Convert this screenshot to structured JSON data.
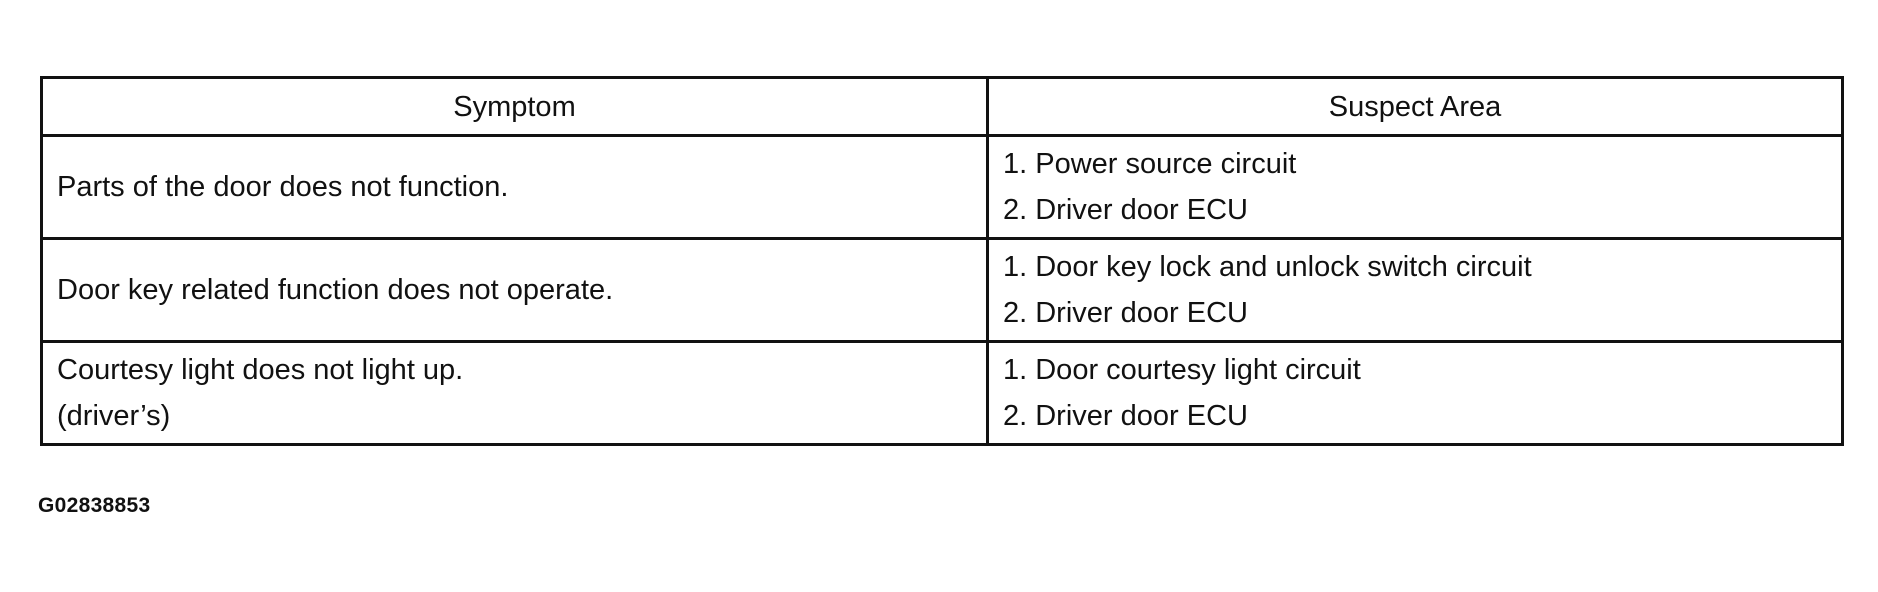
{
  "table": {
    "headers": [
      "Symptom",
      "Suspect Area"
    ],
    "rows": [
      {
        "symptom": [
          "Parts of the door does not function."
        ],
        "suspect": [
          "1. Power source circuit",
          "2. Driver door ECU"
        ]
      },
      {
        "symptom": [
          "Door key related function does not operate."
        ],
        "suspect": [
          "1. Door key lock and unlock switch circuit",
          "2. Driver door ECU"
        ]
      },
      {
        "symptom": [
          "Courtesy light does not light up.",
          "(driver’s)"
        ],
        "suspect": [
          "1. Door courtesy light circuit",
          "2. Driver door ECU"
        ]
      }
    ]
  },
  "figure_id": "G02838853"
}
